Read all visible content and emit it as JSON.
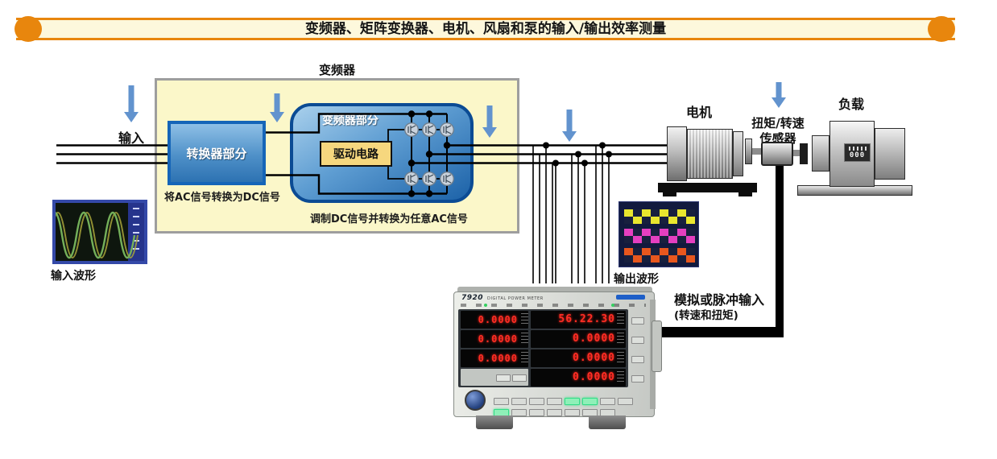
{
  "title": "变频器、矩阵变换器、电机、风扇和泵的输入/输出效率测量",
  "diagram": {
    "input_label": "输入",
    "inverter_label": "变频器",
    "converter_box_label": "转换器部分",
    "converter_caption": "将AC信号转换为DC信号",
    "inverter_section_label": "变频器部分",
    "drive_circuit_label": "驱动电路",
    "inverter_caption": "调制DC信号并转换为任意AC信号",
    "input_waveform_label": "输入波形",
    "output_waveform_label": "输出波形",
    "motor_label": "电机",
    "sensor_label_line1": "扭矩/转速",
    "sensor_label_line2": "传感器",
    "load_label": "负载",
    "load_counter": "000",
    "analog_input_label": "模拟或脉冲输入",
    "analog_input_sub": "(转速和扭矩)"
  },
  "instrument": {
    "model": "7920",
    "model_text": "DIGITAL POWER METER",
    "displays_left": [
      "0.0000",
      "0.0000",
      "0.0000"
    ],
    "displays_right": [
      "56.22.30",
      "0.0000",
      "0.0000",
      "0.0000"
    ]
  },
  "colors": {
    "accent_orange": "#E8860D",
    "banner_bg": "#FDF8DC",
    "panel_yellow": "#FBF7C9",
    "box_blue_border": "#1565B8",
    "arrow_blue": "#6293CE",
    "display_red": "#FF2D24"
  }
}
